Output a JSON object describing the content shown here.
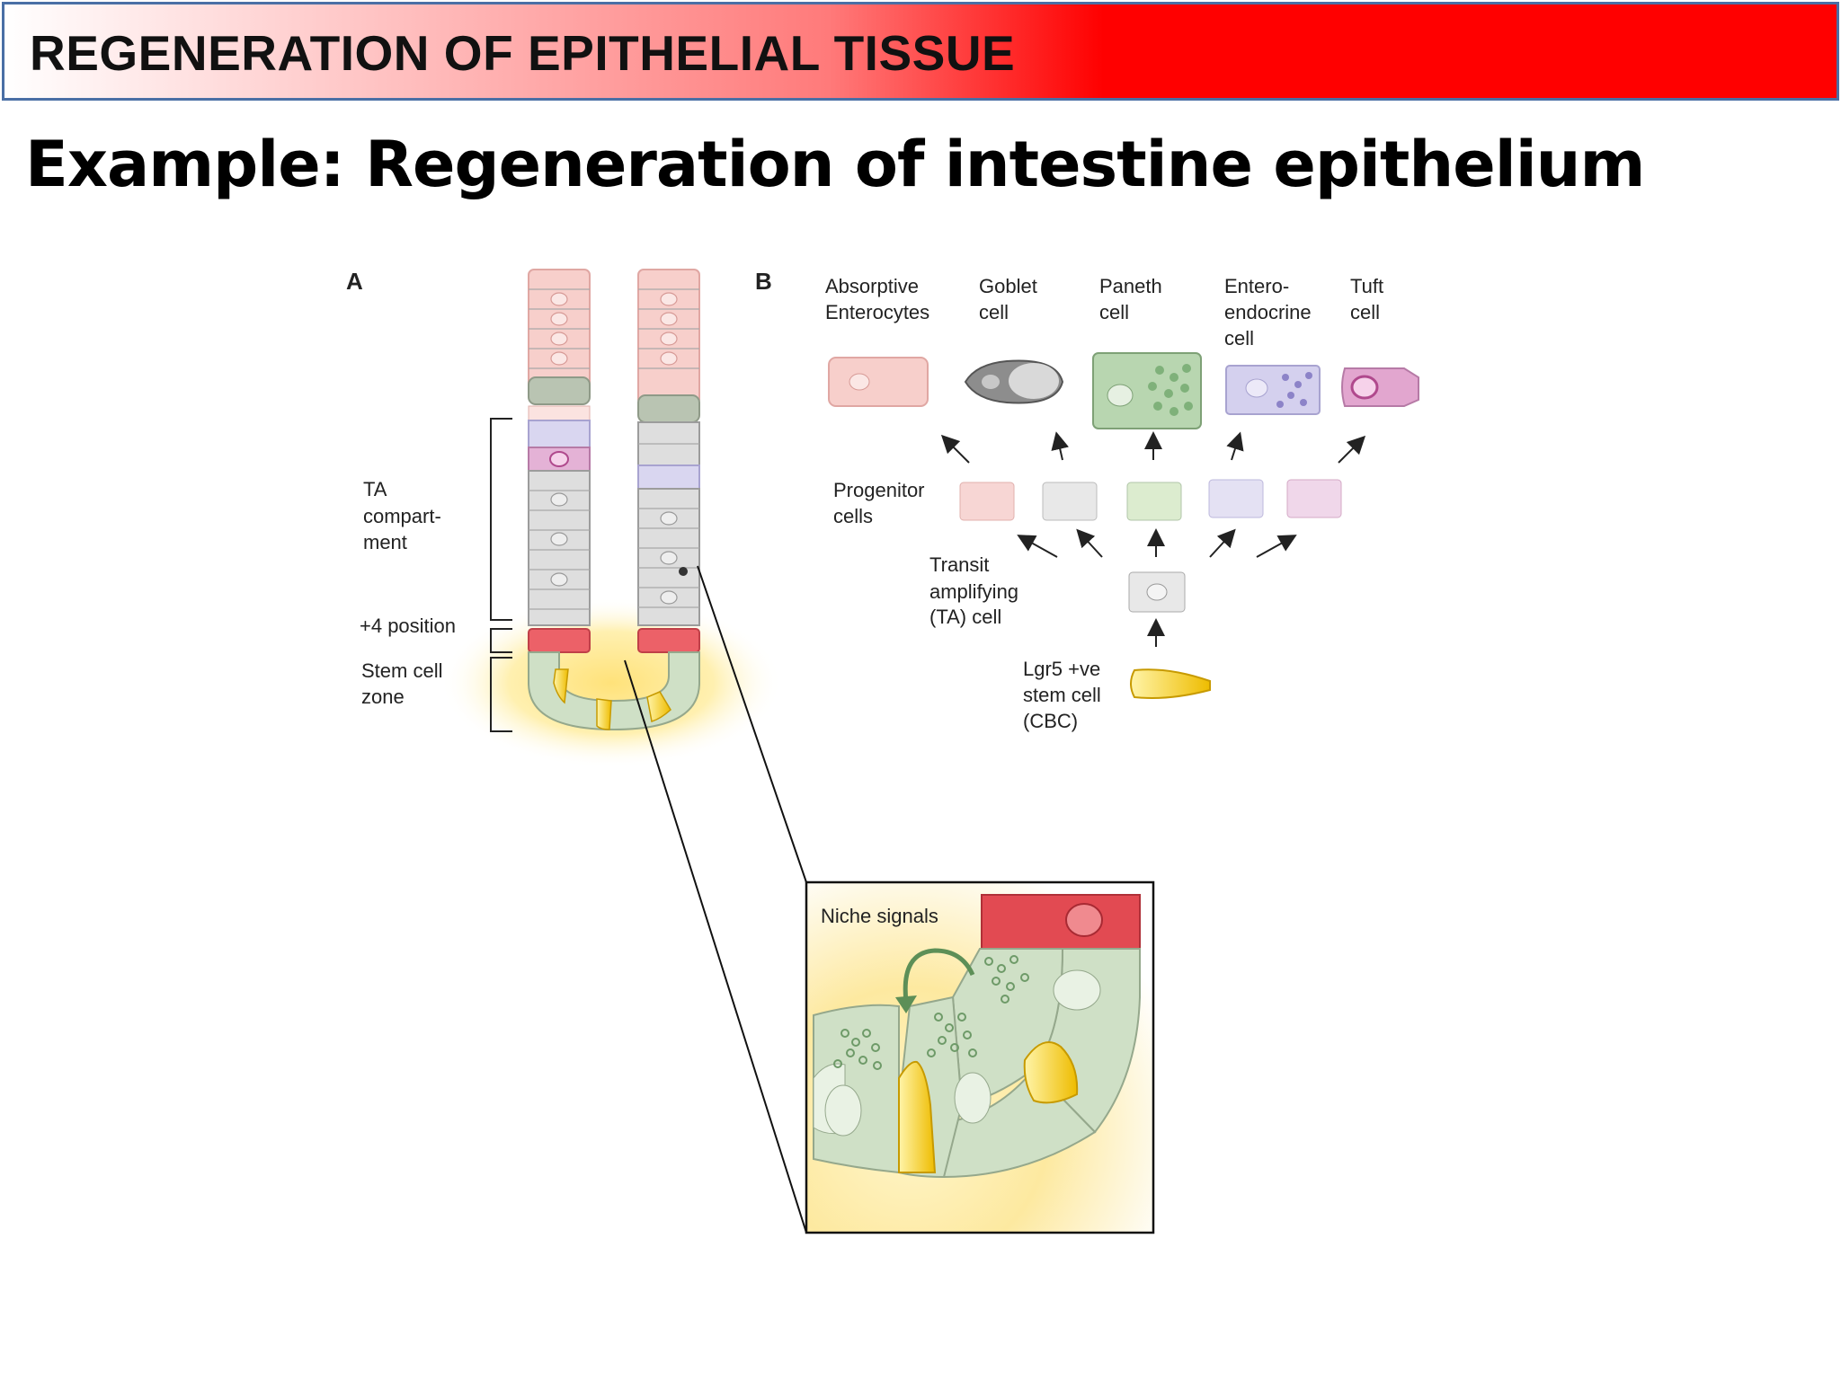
{
  "header": {
    "title": "REGENERATION OF EPITHELIAL TISSUE",
    "bg_color": "#ff0000",
    "border_color": "#4a6fa5"
  },
  "slide": {
    "title": "Example: Regeneration of intestine epithelium"
  },
  "panel_a": {
    "label": "A",
    "ta_compartment": [
      "TA",
      "compart-",
      "ment"
    ],
    "plus4": "+4 position",
    "stem_zone": [
      "Stem cell",
      "zone"
    ]
  },
  "panel_b": {
    "label": "B",
    "mature_cells": [
      {
        "lines": [
          "Absorptive",
          "Enterocytes"
        ],
        "color": "#f7c9c6"
      },
      {
        "lines": [
          "Goblet",
          "cell"
        ],
        "color": "#8d8d8d"
      },
      {
        "lines": [
          "Paneth",
          "cell"
        ],
        "color": "#b8d6b0"
      },
      {
        "lines": [
          "Entero-",
          "endocrine",
          "cell"
        ],
        "color": "#d4d0ee"
      },
      {
        "lines": [
          "Tuft",
          "cell"
        ],
        "color": "#e2a6cf"
      }
    ],
    "progenitor": [
      "Progenitor",
      "cells"
    ],
    "ta_cell": [
      "Transit",
      "amplifying",
      "(TA) cell"
    ],
    "stem_cell": [
      "Lgr5 +ve",
      "stem cell",
      "(CBC)"
    ]
  },
  "inset": {
    "label": "Niche signals"
  },
  "colors": {
    "stem": "#f2c400",
    "stem_light": "#fff0a0",
    "paneth_green": "#c7dcc0",
    "plus4_red": "#e9555c",
    "enterocyte_pink": "#f4c6c2"
  }
}
